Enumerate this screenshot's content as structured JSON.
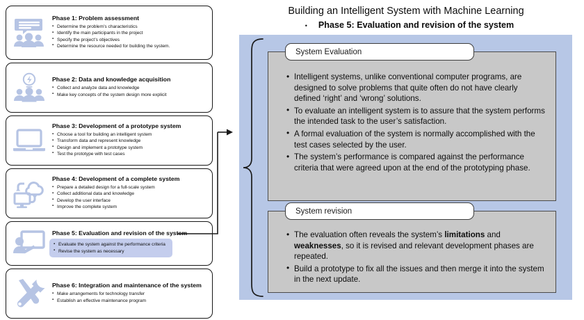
{
  "heading": {
    "line1": "Building an Intelligent System with Machine Learning",
    "bullet_dot": "•",
    "line2": "Phase 5: Evaluation and revision of the system"
  },
  "phases": [
    {
      "id": "phase-1",
      "icon": "people-speech-bubble-icon",
      "title": "Phase 1: Problem assessment",
      "highlighted": false,
      "bullets": [
        "Determine the problem’s characteristics",
        "Identify the main participants in the project",
        "Specify the project’s objectives",
        "Determine the resource needed for building the system."
      ]
    },
    {
      "id": "phase-2",
      "icon": "lightbulb-people-icon",
      "title": "Phase 2: Data and knowledge acquisition",
      "highlighted": false,
      "bullets": [
        "Collect and analyze data and knowledge",
        "Make key concepts of the system design more explicit"
      ]
    },
    {
      "id": "phase-3",
      "icon": "laptop-icon",
      "title": "Phase 3: Development of a prototype system",
      "highlighted": false,
      "bullets": [
        "Choose a tool for building an intelligent system",
        "Transform data and represent knowledge",
        "Design and implement a prototype system",
        "Test the prototype with test cases"
      ]
    },
    {
      "id": "phase-4",
      "icon": "cloud-monitor-sync-icon",
      "title": "Phase 4: Development of a complete system",
      "highlighted": false,
      "bullets": [
        "Prepare a detailed design for a full-scale system",
        "Collect additional data and knowledge",
        "Develop the user interface",
        "Improve the complete system"
      ]
    },
    {
      "id": "phase-5",
      "icon": "presenter-whiteboard-icon",
      "title": "Phase 5: Evaluation and revision of the system",
      "highlighted": true,
      "bullets": [
        "Evaluate the system against the performance criteria",
        "Revise the system as necessary"
      ]
    },
    {
      "id": "phase-6",
      "icon": "wrench-screwdriver-icon",
      "title": "Phase 6: Integration and maintenance of the system",
      "highlighted": false,
      "bullets": [
        "Make arrangements for technology transfer",
        "Establish an effective maintenance program"
      ]
    }
  ],
  "detail_panel": {
    "boxes": [
      {
        "id": "evaluation",
        "label": "System Evaluation",
        "bullets": [
          {
            "segments": [
              {
                "text": "Intelligent systems, unlike conventional computer programs, are designed to solve problems that quite often do not have clearly defined ‘right’ and ‘wrong’ solutions.",
                "bold": false
              }
            ]
          },
          {
            "segments": [
              {
                "text": "To evaluate an intelligent system is to assure that the system performs the intended task to the user’s satisfaction.",
                "bold": false
              }
            ]
          },
          {
            "segments": [
              {
                "text": "A formal evaluation of the system is normally accomplished with the test cases selected by the user.",
                "bold": false
              }
            ]
          },
          {
            "segments": [
              {
                "text": "The system’s performance is compared against the performance criteria that were agreed upon at the end of the prototyping phase.",
                "bold": false
              }
            ]
          }
        ]
      },
      {
        "id": "revision",
        "label": "System revision",
        "bullets": [
          {
            "segments": [
              {
                "text": "The evaluation often reveals the system’s ",
                "bold": false
              },
              {
                "text": "limitations",
                "bold": true
              },
              {
                "text": " and ",
                "bold": false
              },
              {
                "text": "weaknesses",
                "bold": true
              },
              {
                "text": ", so it is revised and relevant development phases are repeated.",
                "bold": false
              }
            ]
          },
          {
            "segments": [
              {
                "text": "Build a prototype to fix all the issues and then merge it into the system in the next update.",
                "bold": false
              }
            ]
          }
        ]
      }
    ]
  },
  "colors": {
    "panel_background": "#b7c7e6",
    "box_fill": "#c8c8c8",
    "icon_blue": "#b6c4e4",
    "highlight_blue": "#c4cded",
    "outline": "#171717"
  }
}
